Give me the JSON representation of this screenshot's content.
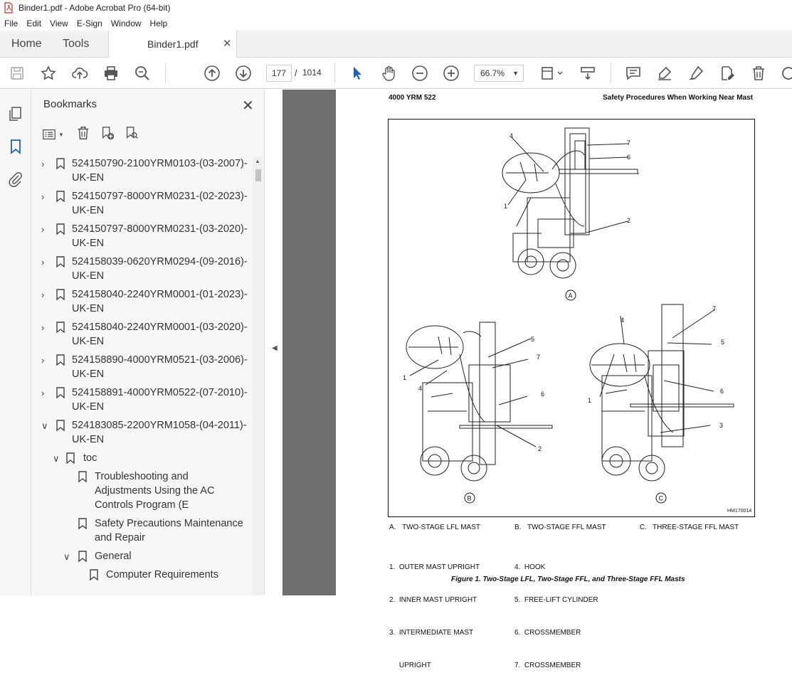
{
  "window": {
    "title": "Binder1.pdf - Adobe Acrobat Pro (64-bit)"
  },
  "menu": [
    "File",
    "Edit",
    "View",
    "E-Sign",
    "Window",
    "Help"
  ],
  "tabs": {
    "home": "Home",
    "tools": "Tools",
    "document": "Binder1.pdf"
  },
  "toolbar": {
    "page_current": "177",
    "page_separator": "/",
    "page_total": "1014",
    "zoom": "66.7%"
  },
  "bookmarks": {
    "title": "Bookmarks",
    "items": [
      {
        "line1": "524150790-2100YRM0103-(03-2007)-",
        "line2": "UK-EN",
        "expanded": false
      },
      {
        "line1": "524150797-8000YRM0231-(02-2023)-",
        "line2": "UK-EN",
        "expanded": false
      },
      {
        "line1": "524150797-8000YRM0231-(03-2020)-",
        "line2": "UK-EN",
        "expanded": false
      },
      {
        "line1": "524158039-0620YRM0294-(09-2016)-",
        "line2": "UK-EN",
        "expanded": false
      },
      {
        "line1": "524158040-2240YRM0001-(01-2023)-",
        "line2": "UK-EN",
        "expanded": false
      },
      {
        "line1": "524158040-2240YRM0001-(03-2020)-",
        "line2": "UK-EN",
        "expanded": false
      },
      {
        "line1": "524158890-4000YRM0521-(03-2006)-",
        "line2": "UK-EN",
        "expanded": false
      },
      {
        "line1": "524158891-4000YRM0522-(07-2010)-",
        "line2": "UK-EN",
        "expanded": false
      },
      {
        "line1": "524183085-2200YRM1058-(04-2011)-",
        "line2": "UK-EN",
        "expanded": true
      }
    ],
    "toc": "toc",
    "toc_items": [
      {
        "lines": [
          "Troubleshooting and",
          "Adjustments Using the AC",
          "Controls Program (E"
        ]
      },
      {
        "lines": [
          "Safety Precautions Maintenance",
          "and Repair"
        ]
      }
    ],
    "general": "General",
    "general_items": [
      "Computer Requirements"
    ]
  },
  "document_page": {
    "header_left": "4000 YRM 522",
    "header_right": "Safety Procedures When Working Near Mast",
    "figure_id": "HM170014",
    "panel_labels": [
      "A",
      "B",
      "C"
    ],
    "callouts": [
      "1",
      "2",
      "3",
      "4",
      "5",
      "6",
      "7"
    ],
    "legend_masts": [
      {
        "key": "A.",
        "text": "TWO-STAGE LFL MAST"
      },
      {
        "key": "B.",
        "text": "TWO-STAGE FFL MAST"
      },
      {
        "key": "C.",
        "text": "THREE-STAGE FFL MAST"
      }
    ],
    "legend_parts_left": [
      "1.  OUTER MAST UPRIGHT",
      "2.  INNER MAST UPRIGHT",
      "3.  INTERMEDIATE MAST",
      "     UPRIGHT"
    ],
    "legend_parts_right": [
      "4.  HOOK",
      "5.  FREE-LIFT CYLINDER",
      "6.  CROSSMEMBER",
      "7.  CROSSMEMBER"
    ],
    "figure_title": "Figure 1. Two-Stage LFL, Two-Stage FFL, and Three-Stage FFL Masts"
  },
  "colors": {
    "accent_blue": "#1f5fbf",
    "pdf_red": "#d9261c",
    "page_bg": "#6e6e6e"
  }
}
